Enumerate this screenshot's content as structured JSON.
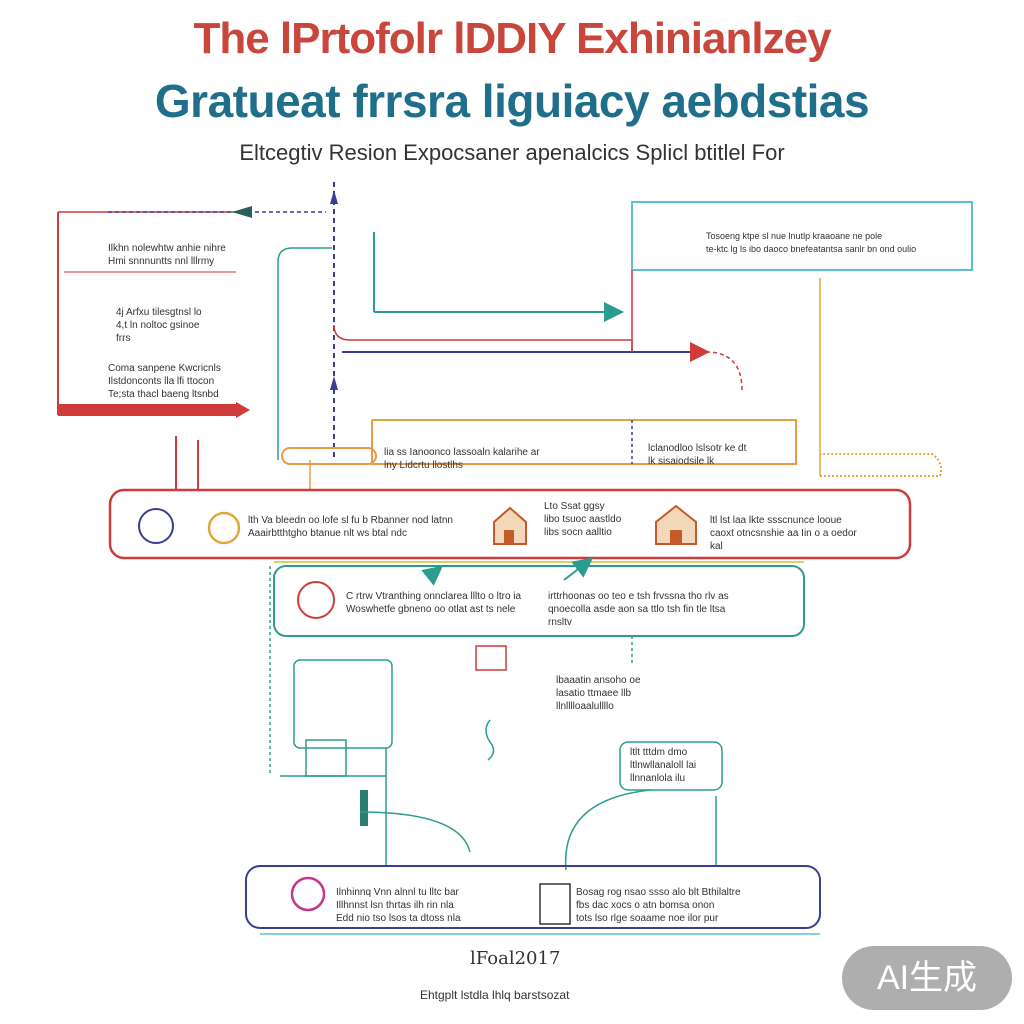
{
  "title_line1": "The lPrtofolr lDDIY Exhinianlzey",
  "title_line2": "Gratueat frrsra liguiacy aebdstias",
  "subtitle": "Eltcegtiv Resion Expocsaner apenalcics Splicl btitlel For",
  "boxes": {
    "left_panel_1": "Ilkhn nolewhtw anhie nihre\nHmi snnnuntts nnl lllrmy",
    "left_panel_2": "4j Arfxu tilesgtnsl lo\n4,t ln noltoc gsinoe\nfrrs",
    "left_panel_3": "Coma sanpene Kwcricnls\nIlstdonconts lla lfi ttocon\nTe;sta thacl baeng ltsnbd",
    "top_right": "Tosoeng ktpe sl nue lnutlp kraaoane ne pole\nte-ktc lg ls ibo daoco bnefeatantsa sanlr bn ond oulio",
    "middle_strip_left": "lia ss Ianoonco lassoaln kalarihe ar\nlny Lidcrtu llostlhs",
    "middle_strip_right": "lclanodloo lslsotr ke dt\nlk sisaiodsile lk",
    "main_row_1": "lth Va bleedn oo lofe sl fu b Rbanner nod latnn\nAaairbtthtgho btanue nlt ws btal ndc",
    "main_row_2": "Lto Ssat ggsy\nlibo tsuoc aastldo\nlibs socn aalltio",
    "main_row_3": "ltl lst laa lkte ssscnunce looue\ncaoxt otncsnshie aa Iin o a oedor\nkal",
    "flow_row_1": "C rtrw Vtranthing onnclarea lllto o ltro ia\nWoswhetfe gbneno oo otlat ast ts nele",
    "flow_row_2": "irttrhoonas oo teo e tsh frvssna tho rlv as\nqnoecolla asde aon sa ttlo tsh fin tle ltsa\nrnsltv",
    "small_center": "lbaaatin ansoho oe\nlasatio ttmaee llb\nllnlllloaalullllo",
    "small_right": "ltlt tttdm dmo\nltlnwllanaloll lai\nllnnanlola ilu",
    "bottom_left": "Ilnhinnq Vnn alnnl tu lltc bar\nIllhnnst lsn thrtas ilh rin nla\nEdd nio tso lsos ta dtoss nla",
    "bottom_right": "Bosag rog nsao ssso alo blt Bthilaltre\nfbs dac xocs o atn bomsa onon\ntots lso rlge soaame noe ilor pur"
  },
  "footer": {
    "date": "lFoal2017",
    "credit": "Ehtgplt lstdla lhlq barstsozat"
  },
  "watermark": "AI生成",
  "colors": {
    "title_red": "#c8463c",
    "title_blue": "#1f6f8b",
    "crimson": "#cf3a3a",
    "teal": "#2a9d8f",
    "gold": "#e0a83a",
    "orange": "#e89a4a",
    "navy": "#3b3f8f",
    "magenta": "#c2378c",
    "cyan": "#5bbfd6",
    "olive": "#c8c23a"
  }
}
